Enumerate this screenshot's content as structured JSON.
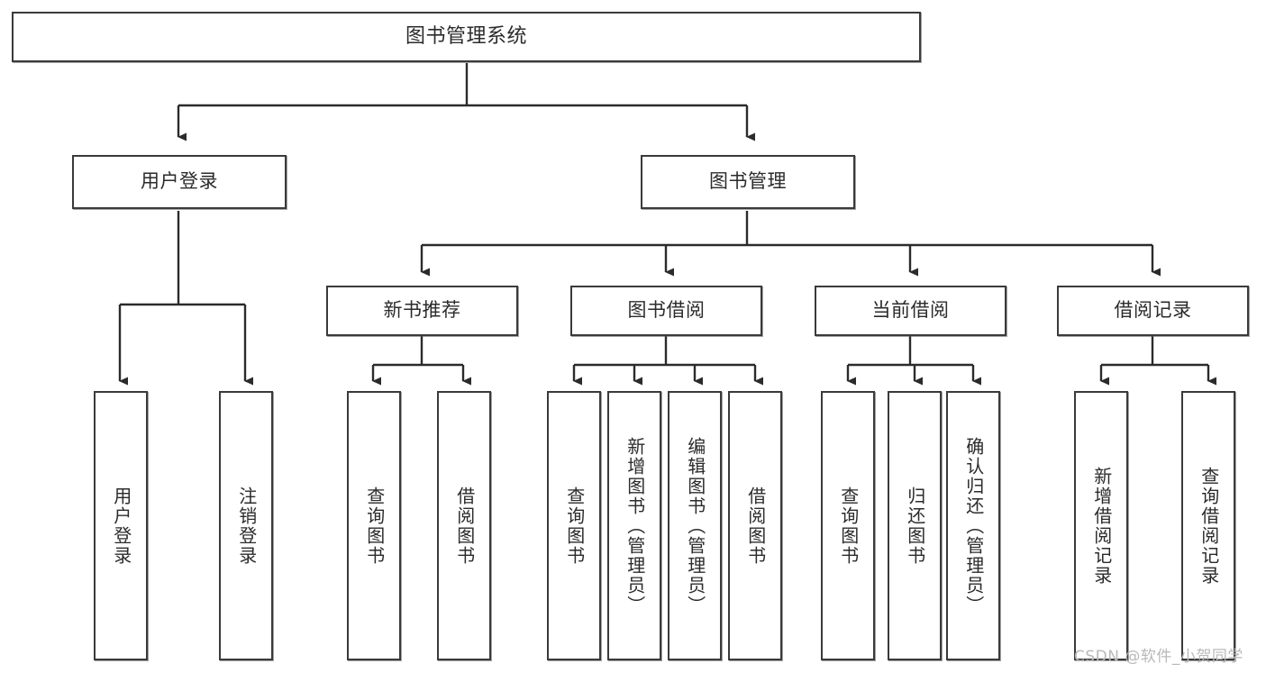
{
  "diagram": {
    "type": "hierarchy-tree",
    "title": "图书管理系统",
    "levels": {
      "root": {
        "label": "图书管理系统"
      },
      "level2": [
        {
          "label": "用户登录"
        },
        {
          "label": "图书管理"
        }
      ],
      "level3": [
        {
          "label": "新书推荐"
        },
        {
          "label": "图书借阅"
        },
        {
          "label": "当前借阅"
        },
        {
          "label": "借阅记录"
        }
      ],
      "leaves": [
        {
          "label": "用户登录",
          "parent": "用户登录"
        },
        {
          "label": "注销登录",
          "parent": "用户登录"
        },
        {
          "label": "查询图书",
          "parent": "新书推荐"
        },
        {
          "label": "借阅图书",
          "parent": "新书推荐"
        },
        {
          "label": "查询图书",
          "parent": "图书借阅"
        },
        {
          "label": "新增图书（管理员）",
          "parent": "图书借阅"
        },
        {
          "label": "编辑图书（管理员）",
          "parent": "图书借阅"
        },
        {
          "label": "借阅图书",
          "parent": "图书借阅"
        },
        {
          "label": "查询图书",
          "parent": "当前借阅"
        },
        {
          "label": "归还图书",
          "parent": "当前借阅"
        },
        {
          "label": "确认归还（管理员）",
          "parent": "当前借阅"
        },
        {
          "label": "新增借阅记录",
          "parent": "借阅记录"
        },
        {
          "label": "查询借阅记录",
          "parent": "借阅记录"
        }
      ]
    },
    "colors": {
      "box_border": "#3a3a3a",
      "box_fill": "#ffffff",
      "connector": "#2b2b2b",
      "text": "#2b2b2b",
      "watermark": "#b9b9b9"
    }
  },
  "watermark": {
    "text": "CSDN @软件_小贺同学"
  }
}
